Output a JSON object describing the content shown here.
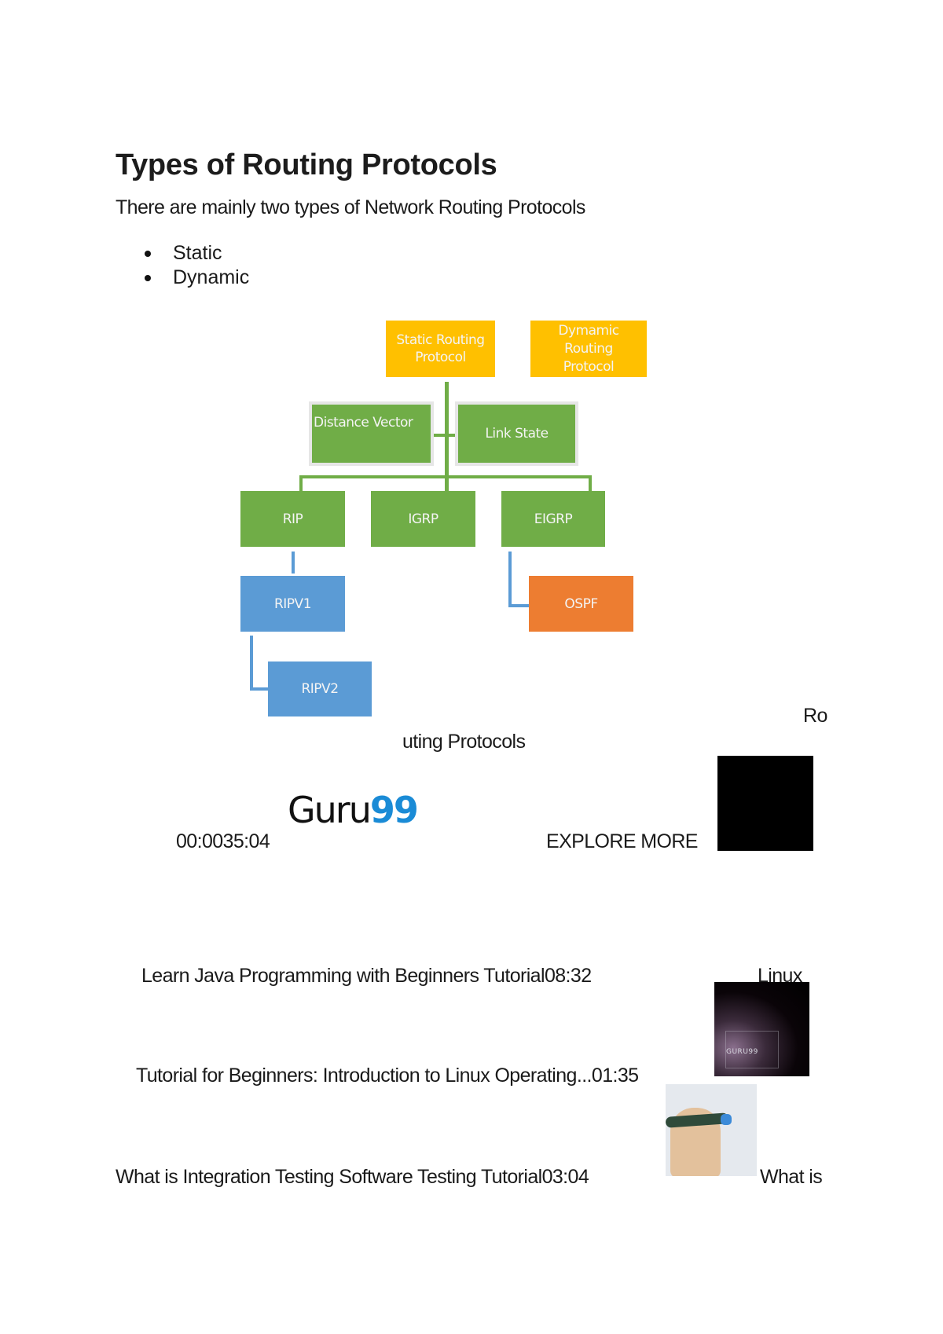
{
  "document": {
    "heading": "Types of Routing Protocols",
    "intro": "There are mainly two types of Network Routing Protocols",
    "bullets": [
      "Static",
      "Dynamic"
    ]
  },
  "diagram": {
    "colors": {
      "yellow": "#ffc000",
      "green": "#70ad47",
      "blue": "#5b9bd5",
      "orange": "#ed7d31"
    },
    "nodes": {
      "static": "Static Routing Protocol",
      "dynamic_line1": "Dymamic",
      "dynamic_line2": "Routing",
      "dynamic_line3": "Protocol",
      "static_line1": "Static Routing",
      "static_line2": "Protocol",
      "distance_vector": "Distance Vector",
      "link_state": "Link State",
      "rip": "RIP",
      "igrp": "IGRP",
      "eigrp": "EIGRP",
      "ripv1": "RIPV1",
      "ripv2": "RIPV2",
      "ospf": "OSPF"
    }
  },
  "fragments": {
    "ro": "Ro",
    "uting_protocols": "uting Protocols"
  },
  "video_player": {
    "logo_text": "Guru",
    "logo_number": "99",
    "time": "00:0035:04",
    "explore": "EXPLORE MORE"
  },
  "related_videos": [
    {
      "title": "Learn Java Programming with Beginners Tutorial",
      "duration": "08:32"
    },
    {
      "title": "Linux"
    },
    {
      "title": "Tutorial for Beginners: Introduction to Linux Operating...",
      "duration": "01:35",
      "thumb_label": "GURU99"
    },
    {
      "title": "What is Integration Testing Software Testing Tutorial",
      "duration": "03:04"
    },
    {
      "title": "What is"
    }
  ]
}
